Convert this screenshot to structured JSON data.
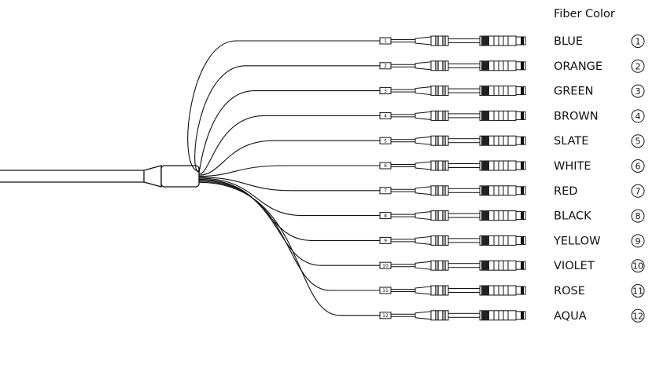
{
  "heading": "Fiber Color",
  "fibers": [
    {
      "number": "1",
      "circled": "1",
      "color": "BLUE"
    },
    {
      "number": "2",
      "circled": "2",
      "color": "ORANGE"
    },
    {
      "number": "3",
      "circled": "3",
      "color": "GREEN"
    },
    {
      "number": "4",
      "circled": "4",
      "color": "BROWN"
    },
    {
      "number": "5",
      "circled": "5",
      "color": "SLATE"
    },
    {
      "number": "6",
      "circled": "6",
      "color": "WHITE"
    },
    {
      "number": "7",
      "circled": "7",
      "color": "RED"
    },
    {
      "number": "8",
      "circled": "8",
      "color": "BLACK"
    },
    {
      "number": "9",
      "circled": "9",
      "color": "YELLOW"
    },
    {
      "number": "10",
      "circled": "10",
      "color": "VIOLET"
    },
    {
      "number": "11",
      "circled": "11",
      "color": "ROSE"
    },
    {
      "number": "12",
      "circled": "12",
      "color": "AQUA"
    }
  ]
}
